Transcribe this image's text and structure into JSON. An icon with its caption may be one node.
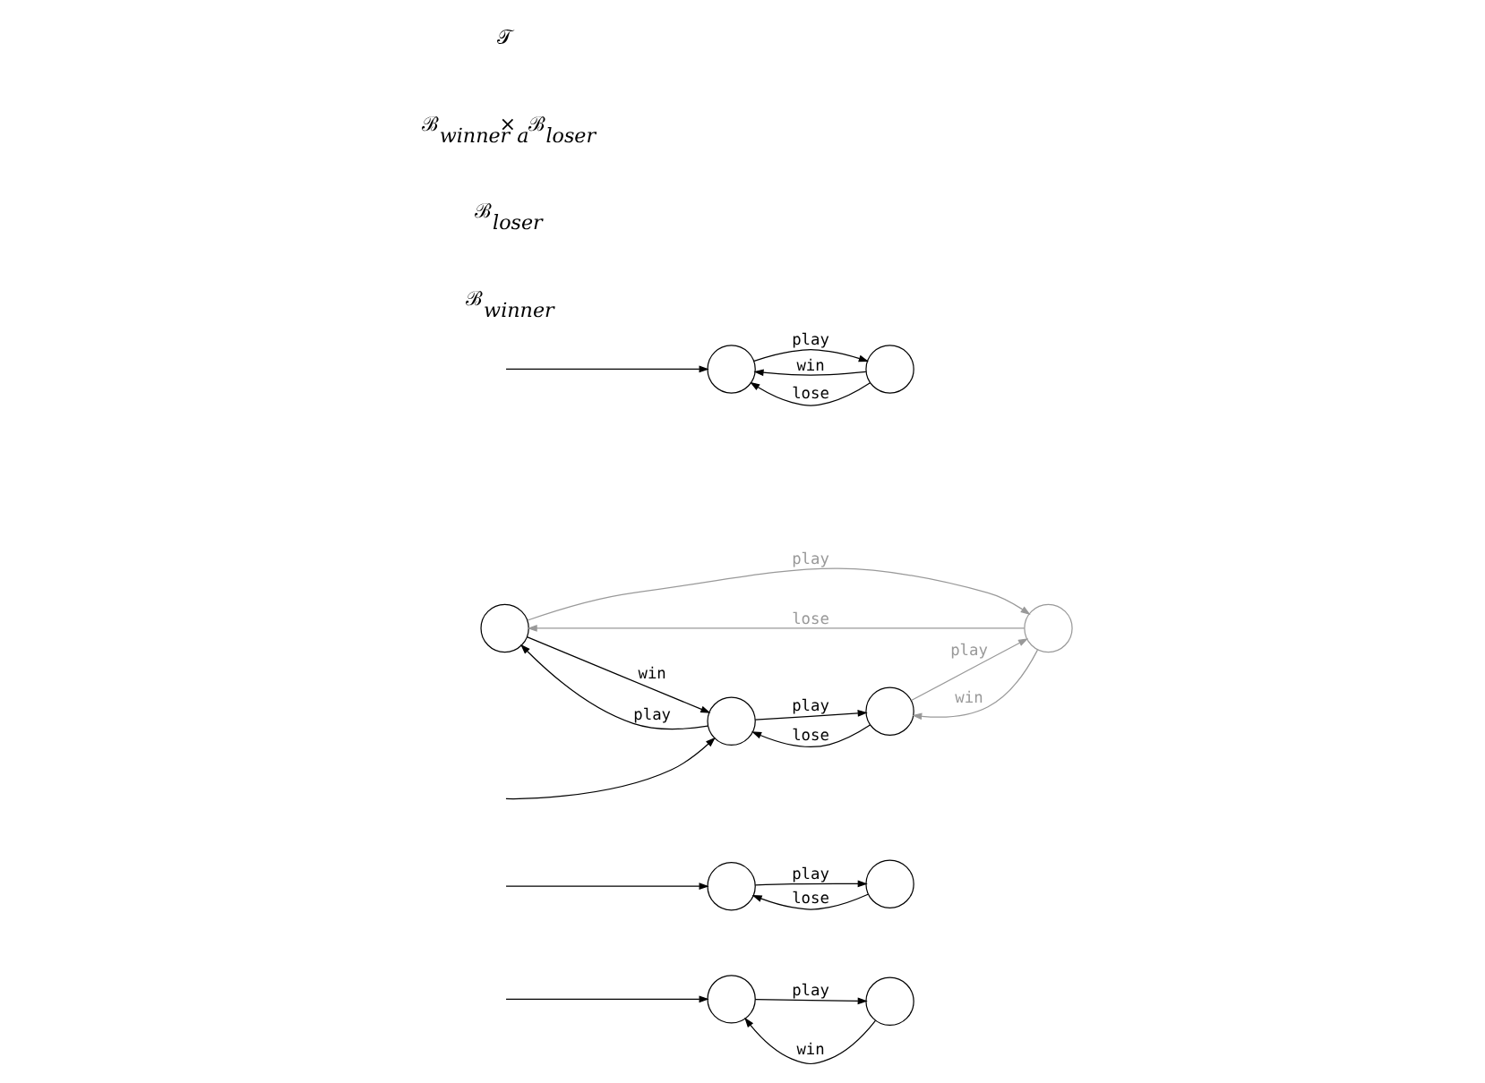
{
  "diagram": {
    "nodes": [
      {
        "text": [],
        "shape": "circle"
      },
      {
        "text": [],
        "shape": "circle"
      },
      {
        "text": [],
        "shape": "circle"
      },
      {
        "text": [],
        "shape": "circle"
      },
      {
        "text": [],
        "shape": "circle"
      },
      {
        "text": [],
        "shape": "circle"
      },
      {
        "text": [],
        "shape": "circle"
      },
      {
        "text": [],
        "shape": "circle"
      },
      {
        "text": [],
        "shape": "circle"
      },
      {
        "text": [],
        "shape": "circle"
      }
    ],
    "edges": [
      {
        "from": null,
        "to": 0,
        "arrow": "to"
      },
      {
        "from": 1,
        "to": 0,
        "arrow": "to",
        "label": "win"
      },
      {
        "from": 0,
        "to": 1,
        "arrow": "to",
        "label": "play"
      },
      {
        "from": null,
        "to": 2,
        "arrow": "to"
      },
      {
        "from": 2,
        "to": 3,
        "arrow": "to",
        "label": "play"
      },
      {
        "from": 3,
        "to": 2,
        "arrow": "to",
        "label": "lose"
      },
      {
        "from": null,
        "to": 5,
        "arrow": "to"
      },
      {
        "from": 4,
        "to": 5,
        "arrow": "to",
        "label": "win"
      },
      {
        "from": 5,
        "to": 4,
        "arrow": "to",
        "label": "play"
      },
      {
        "from": 5,
        "to": 7,
        "arrow": "to",
        "label": "play"
      },
      {
        "from": 7,
        "to": 5,
        "arrow": "to",
        "label": "lose"
      },
      {
        "from": 6,
        "to": 4,
        "arrow": "to",
        "label": "lose",
        "color": "#999999"
      },
      {
        "from": 4,
        "to": 6,
        "arrow": "to",
        "label": "play",
        "color": "#999999"
      },
      {
        "from": 7,
        "to": 6,
        "arrow": "to",
        "label": "play",
        "color": "#999999"
      },
      {
        "from": 6,
        "to": 7,
        "arrow": "to",
        "label": "win",
        "color": "#999999"
      },
      {
        "from": null,
        "to": 8,
        "arrow": "to"
      },
      {
        "from": 9,
        "to": 8,
        "arrow": "to",
        "label": "win"
      },
      {
        "from": 8,
        "to": 9,
        "arrow": "to",
        "label": "play"
      },
      {
        "from": 9,
        "to": 8,
        "arrow": "to",
        "label": "lose"
      }
    ],
    "labels": [
      "ℬ$_{winner}$",
      "ℬ$_{loser}$",
      "ℬ$_{winner}$×$_{a}$ℬ$_{loser}$",
      "𝒯"
    ]
  }
}
